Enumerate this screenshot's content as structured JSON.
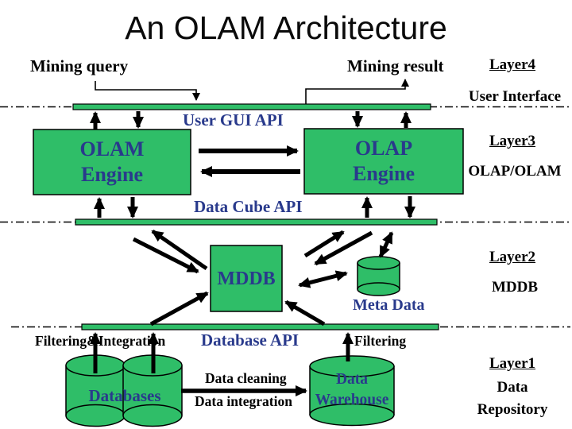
{
  "slide": {
    "title": "An OLAM Architecture"
  },
  "colors": {
    "node_green": "#2fbe68",
    "label_navy": "#293a8c",
    "line_black": "#000000"
  },
  "top_labels": {
    "mining_query": "Mining query",
    "mining_result": "Mining result"
  },
  "api_bars": {
    "user_gui_api": "User GUI API",
    "data_cube_api": "Data Cube API",
    "database_api": "Database API"
  },
  "nodes": {
    "olam_engine": {
      "line1": "OLAM",
      "line2": "Engine"
    },
    "olap_engine": {
      "line1": "OLAP",
      "line2": "Engine"
    },
    "mddb": {
      "label": "MDDB"
    },
    "meta_data": {
      "label": "Meta Data"
    },
    "databases": {
      "label": "Databases"
    },
    "data_warehouse": {
      "line1": "Data",
      "line2": "Warehouse"
    }
  },
  "process_labels": {
    "filtering_integration": "Filtering&Integration",
    "filtering": "Filtering",
    "data_cleaning": "Data cleaning",
    "data_integration": "Data integration"
  },
  "layers": [
    {
      "layer": "Layer4",
      "name": "User Interface"
    },
    {
      "layer": "Layer3",
      "name": "OLAP/OLAM"
    },
    {
      "layer": "Layer2",
      "name": "MDDB"
    },
    {
      "layer": "Layer1",
      "name": "Data Repository"
    }
  ]
}
